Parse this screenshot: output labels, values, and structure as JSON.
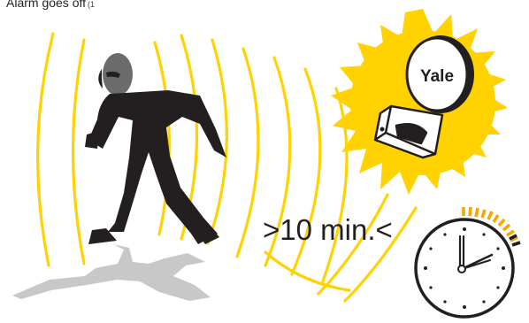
{
  "caption": {
    "text": "Alarm goes off",
    "sub": "(1"
  },
  "timer": {
    "label": ">10 min.<"
  },
  "brand": {
    "logo_text": "Yale"
  },
  "colors": {
    "sun": "#ffd200",
    "ripples": "#ffd200",
    "figure": "#231f20",
    "shadow": "#c8c8c8",
    "clock_tick": "#f5a800"
  },
  "icons": [
    "intruder-figure",
    "sound-wave-ripples",
    "sun-burst",
    "yale-siren-device",
    "pir-motion-sensor",
    "clock-icon"
  ]
}
